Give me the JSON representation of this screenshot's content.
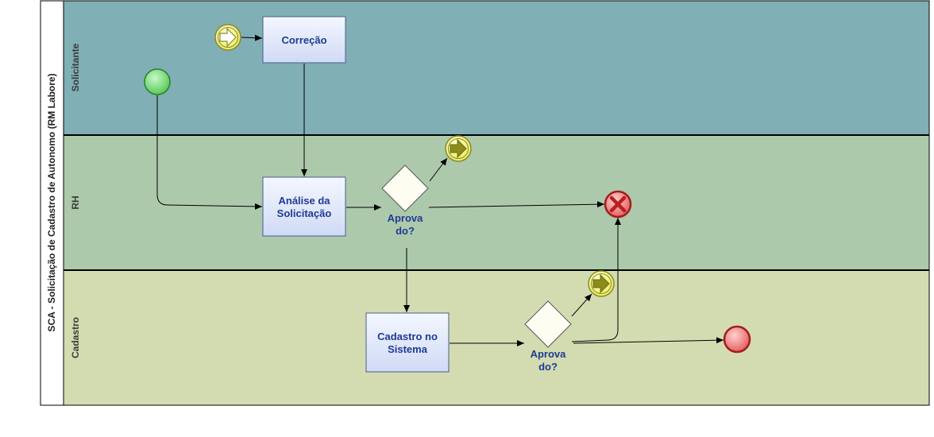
{
  "pool": {
    "title": "SCA - Solicitação de Cadastro de Autonomo (RM Labore)"
  },
  "lanes": [
    {
      "label": "Solicitante",
      "color": "#80afb5"
    },
    {
      "label": "RH",
      "color": "#adc9ac"
    },
    {
      "label": "Cadastro",
      "color": "#d3dcb0"
    }
  ],
  "tasks": {
    "correcao": {
      "line1": "Correção",
      "line2": ""
    },
    "analise": {
      "line1": "Análise da",
      "line2": "Solicitação"
    },
    "cadastro": {
      "line1": "Cadastro no",
      "line2": "Sistema"
    }
  },
  "gateways": {
    "rh": {
      "line1": "Aprova",
      "line2": "do?"
    },
    "cadastro": {
      "line1": "Aprova",
      "line2": "do?"
    }
  },
  "colors": {
    "start_event": "#7fe07f",
    "end_event": "#f08a8a",
    "link_event": "#f7f27a",
    "link_arrow": "#8c8c1a",
    "task_fill": "#e8eefc",
    "task_stroke": "#4a5d8c",
    "cancel_mark": "#c0392b"
  }
}
